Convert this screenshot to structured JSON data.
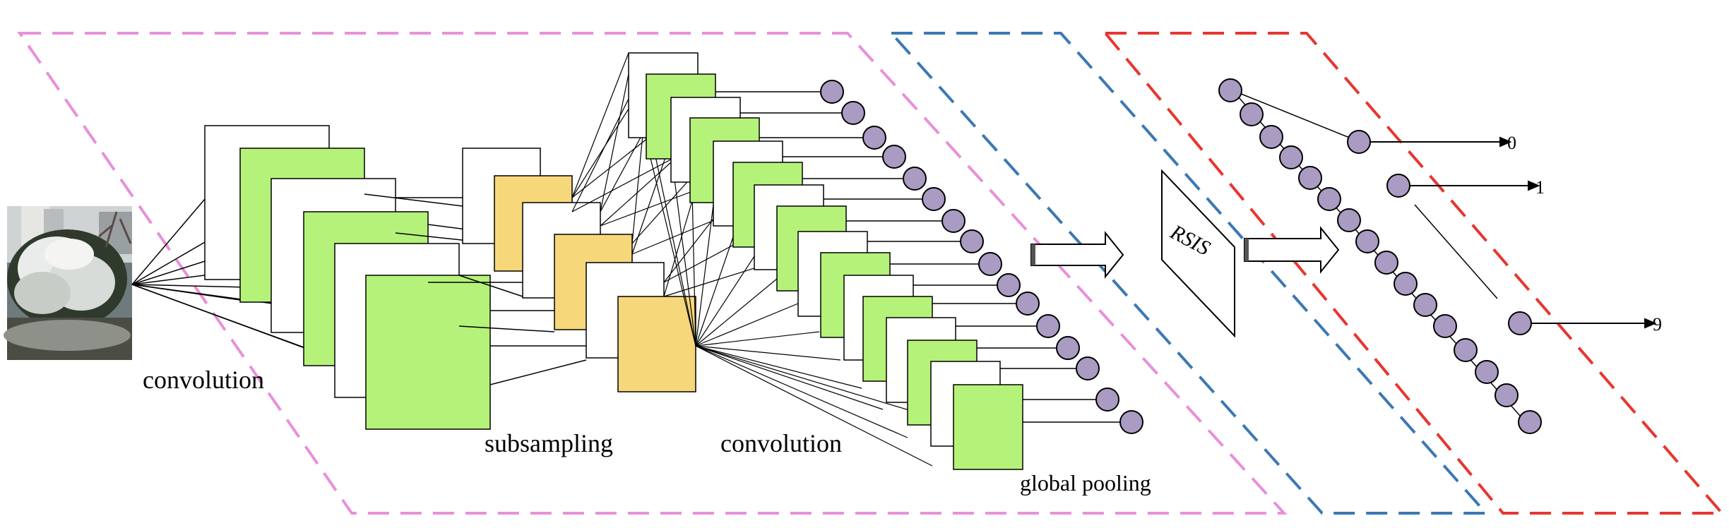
{
  "labels": {
    "convolution_1": "convolution",
    "subsampling": "subsampling",
    "convolution_2": "convolution",
    "global_pooling": "global pooling",
    "rsis": "RSIS",
    "output_0": "0",
    "output_1": "1",
    "output_9": "9"
  },
  "colors": {
    "feature_map_green": "#b5f27a",
    "subsample_yellow": "#f6d77a",
    "node_purple": "#a99bc2",
    "region_pink": "#e890d9",
    "region_blue": "#3b78b5",
    "region_red": "#e8352f"
  },
  "icons": {
    "input_photo": "snow-covered-shrub-photo",
    "arrow": "block-arrow-right"
  }
}
